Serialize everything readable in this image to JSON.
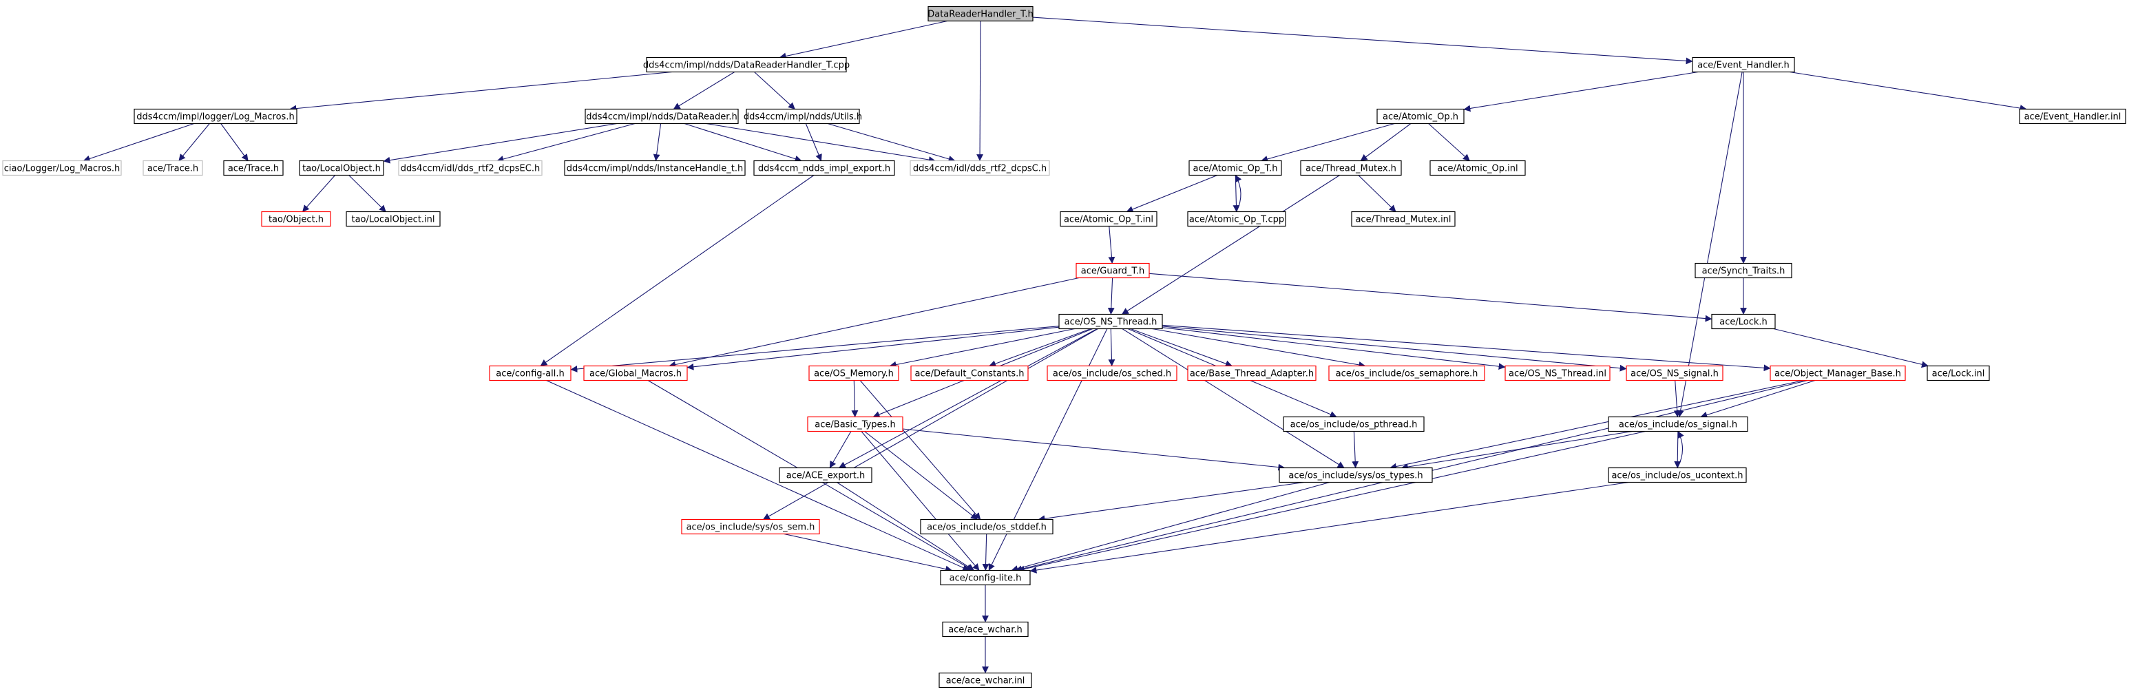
{
  "colors": {
    "edge": "#191970",
    "border_default": "#000000",
    "border_truncated": "#ff0000",
    "border_external": "#bfbfbf",
    "root_fill": "#bfbfbf",
    "fill": "#ffffff"
  },
  "nodes": {
    "root": {
      "label": "DataReaderHandler_T.h",
      "kind": "root"
    },
    "drh_cpp": {
      "label": "dds4ccm/impl/ndds/DataReaderHandler_T.cpp",
      "kind": "normal"
    },
    "event_handler_h": {
      "label": "ace/Event_Handler.h",
      "kind": "normal"
    },
    "log_macros_h": {
      "label": "dds4ccm/impl/logger/Log_Macros.h",
      "kind": "normal"
    },
    "datareader_h": {
      "label": "dds4ccm/impl/ndds/DataReader.h",
      "kind": "normal"
    },
    "utils_h": {
      "label": "dds4ccm/impl/ndds/Utils.h",
      "kind": "normal"
    },
    "atomic_op_h": {
      "label": "ace/Atomic_Op.h",
      "kind": "normal"
    },
    "event_handler_inl": {
      "label": "ace/Event_Handler.inl",
      "kind": "normal"
    },
    "ciao_log_macros": {
      "label": "ciao/Logger/Log_Macros.h",
      "kind": "external"
    },
    "ace_trace_ext": {
      "label": "ace/Trace.h",
      "kind": "external"
    },
    "ace_trace": {
      "label": "ace/Trace.h",
      "kind": "normal"
    },
    "tao_localobject_h": {
      "label": "tao/LocalObject.h",
      "kind": "normal"
    },
    "dds_rtf2_dcpsEC": {
      "label": "dds4ccm/idl/dds_rtf2_dcpsEC.h",
      "kind": "external"
    },
    "instancehandle": {
      "label": "dds4ccm/impl/ndds/InstanceHandle_t.h",
      "kind": "normal"
    },
    "impl_export": {
      "label": "dds4ccm_ndds_impl_export.h",
      "kind": "normal"
    },
    "dds_rtf2_dcpsC": {
      "label": "dds4ccm/idl/dds_rtf2_dcpsC.h",
      "kind": "external"
    },
    "atomic_op_t_h": {
      "label": "ace/Atomic_Op_T.h",
      "kind": "normal"
    },
    "thread_mutex_h": {
      "label": "ace/Thread_Mutex.h",
      "kind": "normal"
    },
    "atomic_op_inl": {
      "label": "ace/Atomic_Op.inl",
      "kind": "normal"
    },
    "tao_object_h": {
      "label": "tao/Object.h",
      "kind": "truncated"
    },
    "tao_localobject_inl": {
      "label": "tao/LocalObject.inl",
      "kind": "normal"
    },
    "atomic_op_t_inl": {
      "label": "ace/Atomic_Op_T.inl",
      "kind": "normal"
    },
    "atomic_op_t_cpp": {
      "label": "ace/Atomic_Op_T.cpp",
      "kind": "normal"
    },
    "thread_mutex_inl": {
      "label": "ace/Thread_Mutex.inl",
      "kind": "normal"
    },
    "synch_traits_h": {
      "label": "ace/Synch_Traits.h",
      "kind": "normal"
    },
    "guard_t_h": {
      "label": "ace/Guard_T.h",
      "kind": "truncated"
    },
    "lock_h": {
      "label": "ace/Lock.h",
      "kind": "normal"
    },
    "os_ns_thread_h": {
      "label": "ace/OS_NS_Thread.h",
      "kind": "normal"
    },
    "config_all_h": {
      "label": "ace/config-all.h",
      "kind": "truncated"
    },
    "global_macros_h": {
      "label": "ace/Global_Macros.h",
      "kind": "truncated"
    },
    "os_memory_h": {
      "label": "ace/OS_Memory.h",
      "kind": "truncated"
    },
    "default_constants_h": {
      "label": "ace/Default_Constants.h",
      "kind": "truncated"
    },
    "os_sched_h": {
      "label": "ace/os_include/os_sched.h",
      "kind": "truncated"
    },
    "base_thread_adapter_h": {
      "label": "ace/Base_Thread_Adapter.h",
      "kind": "truncated"
    },
    "os_semaphore_h": {
      "label": "ace/os_include/os_semaphore.h",
      "kind": "truncated"
    },
    "os_ns_thread_inl": {
      "label": "ace/OS_NS_Thread.inl",
      "kind": "truncated"
    },
    "os_ns_signal_h": {
      "label": "ace/OS_NS_signal.h",
      "kind": "truncated"
    },
    "object_manager_base_h": {
      "label": "ace/Object_Manager_Base.h",
      "kind": "truncated"
    },
    "lock_inl": {
      "label": "ace/Lock.inl",
      "kind": "normal"
    },
    "basic_types_h": {
      "label": "ace/Basic_Types.h",
      "kind": "truncated"
    },
    "os_pthread_h": {
      "label": "ace/os_include/os_pthread.h",
      "kind": "normal"
    },
    "os_signal_h": {
      "label": "ace/os_include/os_signal.h",
      "kind": "normal"
    },
    "ace_export_h": {
      "label": "ace/ACE_export.h",
      "kind": "normal"
    },
    "os_types_h": {
      "label": "ace/os_include/sys/os_types.h",
      "kind": "normal"
    },
    "os_ucontext_h": {
      "label": "ace/os_include/os_ucontext.h",
      "kind": "normal"
    },
    "os_sem_h": {
      "label": "ace/os_include/sys/os_sem.h",
      "kind": "truncated"
    },
    "os_stddef_h": {
      "label": "ace/os_include/os_stddef.h",
      "kind": "normal"
    },
    "config_lite_h": {
      "label": "ace/config-lite.h",
      "kind": "normal"
    },
    "ace_wchar_h": {
      "label": "ace/ace_wchar.h",
      "kind": "normal"
    },
    "ace_wchar_inl": {
      "label": "ace/ace_wchar.inl",
      "kind": "normal"
    }
  },
  "edges": [
    [
      "root",
      "drh_cpp"
    ],
    [
      "root",
      "event_handler_h"
    ],
    [
      "root",
      "dds_rtf2_dcpsC"
    ],
    [
      "drh_cpp",
      "log_macros_h"
    ],
    [
      "drh_cpp",
      "datareader_h"
    ],
    [
      "drh_cpp",
      "utils_h"
    ],
    [
      "log_macros_h",
      "ciao_log_macros"
    ],
    [
      "log_macros_h",
      "ace_trace_ext"
    ],
    [
      "log_macros_h",
      "ace_trace"
    ],
    [
      "datareader_h",
      "tao_localobject_h"
    ],
    [
      "datareader_h",
      "dds_rtf2_dcpsEC"
    ],
    [
      "datareader_h",
      "instancehandle"
    ],
    [
      "datareader_h",
      "impl_export"
    ],
    [
      "datareader_h",
      "dds_rtf2_dcpsC"
    ],
    [
      "utils_h",
      "impl_export"
    ],
    [
      "utils_h",
      "dds_rtf2_dcpsC"
    ],
    [
      "tao_localobject_h",
      "tao_object_h"
    ],
    [
      "tao_localobject_h",
      "tao_localobject_inl"
    ],
    [
      "impl_export",
      "config_all_h"
    ],
    [
      "event_handler_h",
      "atomic_op_h"
    ],
    [
      "event_handler_h",
      "event_handler_inl"
    ],
    [
      "event_handler_h",
      "synch_traits_h"
    ],
    [
      "event_handler_h",
      "os_signal_h"
    ],
    [
      "atomic_op_h",
      "atomic_op_t_h"
    ],
    [
      "atomic_op_h",
      "thread_mutex_h"
    ],
    [
      "atomic_op_h",
      "atomic_op_inl"
    ],
    [
      "atomic_op_t_h",
      "atomic_op_t_inl"
    ],
    [
      "atomic_op_t_h",
      "atomic_op_t_cpp"
    ],
    [
      "atomic_op_t_cpp",
      "atomic_op_t_h"
    ],
    [
      "thread_mutex_h",
      "thread_mutex_inl"
    ],
    [
      "thread_mutex_h",
      "os_ns_thread_h"
    ],
    [
      "atomic_op_t_inl",
      "guard_t_h"
    ],
    [
      "guard_t_h",
      "os_ns_thread_h"
    ],
    [
      "guard_t_h",
      "lock_h"
    ],
    [
      "guard_t_h",
      "global_macros_h"
    ],
    [
      "synch_traits_h",
      "lock_h"
    ],
    [
      "lock_h",
      "lock_inl"
    ],
    [
      "os_ns_thread_h",
      "config_all_h"
    ],
    [
      "os_ns_thread_h",
      "global_macros_h"
    ],
    [
      "os_ns_thread_h",
      "os_memory_h"
    ],
    [
      "os_ns_thread_h",
      "default_constants_h"
    ],
    [
      "os_ns_thread_h",
      "os_sched_h"
    ],
    [
      "os_ns_thread_h",
      "base_thread_adapter_h"
    ],
    [
      "os_ns_thread_h",
      "os_semaphore_h"
    ],
    [
      "os_ns_thread_h",
      "os_ns_thread_inl"
    ],
    [
      "os_ns_thread_h",
      "os_ns_signal_h"
    ],
    [
      "os_ns_thread_h",
      "object_manager_base_h"
    ],
    [
      "os_ns_thread_h",
      "basic_types_h"
    ],
    [
      "os_ns_thread_h",
      "ace_export_h"
    ],
    [
      "os_ns_thread_h",
      "os_sem_h"
    ],
    [
      "os_ns_thread_h",
      "os_pthread_h"
    ],
    [
      "os_ns_thread_h",
      "os_types_h"
    ],
    [
      "os_ns_thread_h",
      "config_lite_h"
    ],
    [
      "os_memory_h",
      "basic_types_h"
    ],
    [
      "os_memory_h",
      "os_stddef_h"
    ],
    [
      "basic_types_h",
      "ace_export_h"
    ],
    [
      "basic_types_h",
      "os_types_h"
    ],
    [
      "basic_types_h",
      "os_stddef_h"
    ],
    [
      "basic_types_h",
      "config_lite_h"
    ],
    [
      "os_ns_signal_h",
      "os_signal_h"
    ],
    [
      "object_manager_base_h",
      "os_signal_h"
    ],
    [
      "object_manager_base_h",
      "os_types_h"
    ],
    [
      "object_manager_base_h",
      "config_lite_h"
    ],
    [
      "os_pthread_h",
      "os_types_h"
    ],
    [
      "os_signal_h",
      "os_types_h"
    ],
    [
      "os_signal_h",
      "os_ucontext_h"
    ],
    [
      "os_signal_h",
      "config_lite_h"
    ],
    [
      "os_ucontext_h",
      "os_signal_h"
    ],
    [
      "os_ucontext_h",
      "config_lite_h"
    ],
    [
      "os_types_h",
      "os_stddef_h"
    ],
    [
      "os_types_h",
      "config_lite_h"
    ],
    [
      "ace_export_h",
      "config_lite_h"
    ],
    [
      "config_all_h",
      "config_lite_h"
    ],
    [
      "global_macros_h",
      "config_lite_h"
    ],
    [
      "os_sem_h",
      "config_lite_h"
    ],
    [
      "os_stddef_h",
      "config_lite_h"
    ],
    [
      "config_lite_h",
      "ace_wchar_h"
    ],
    [
      "ace_wchar_h",
      "ace_wchar_inl"
    ]
  ]
}
